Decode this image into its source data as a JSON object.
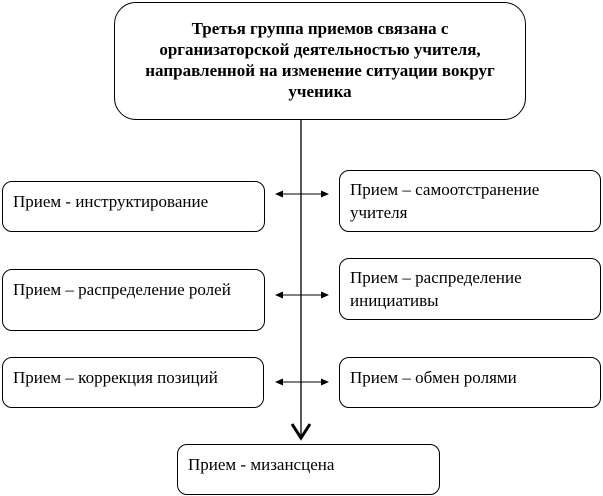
{
  "diagram": {
    "top": "Третья группа приемов связана с организаторской деятельностью учителя, направленной на изменение ситуации вокруг ученика",
    "left": [
      "Прием - инструктирование",
      "Прием – распределение ролей",
      "Прием – коррекция позиций"
    ],
    "right": [
      "Прием – самоотстранение учителя",
      "Прием – распределение инициативы",
      "Прием – обмен ролями"
    ],
    "bottom": "Прием - мизансцена"
  }
}
